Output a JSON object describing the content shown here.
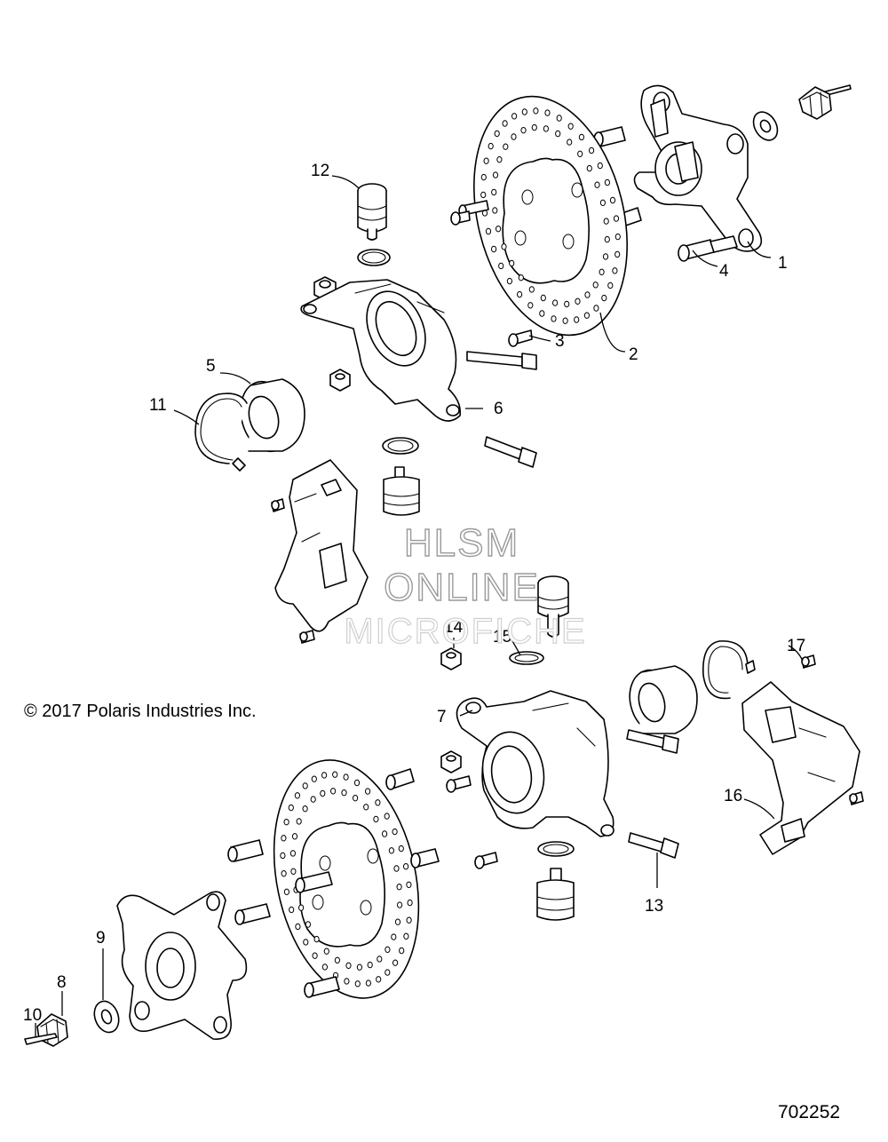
{
  "copyright": "© 2017 Polaris Industries Inc.",
  "diagram_number": "702252",
  "watermark": {
    "line1": "HLSM",
    "line2": "ONLINE",
    "line3": "MICROFICHE"
  },
  "callouts": [
    "1",
    "2",
    "3",
    "4",
    "5",
    "6",
    "7",
    "8",
    "9",
    "10",
    "11",
    "12",
    "13",
    "14",
    "15",
    "16",
    "17"
  ]
}
